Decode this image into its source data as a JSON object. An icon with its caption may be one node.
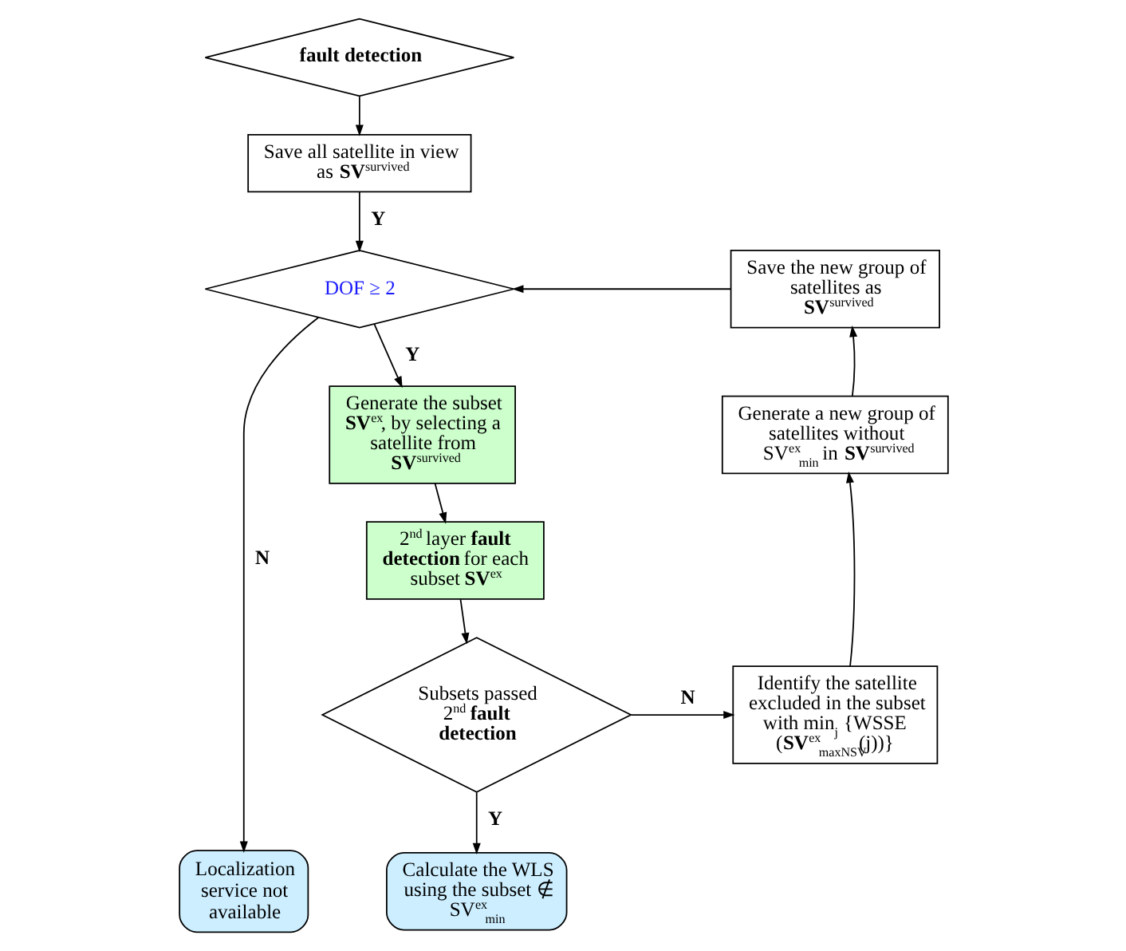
{
  "diagram": {
    "nodes": [
      {
        "text": [
          "fault detection"
        ]
      },
      {
        "text": [
          "Save all satellite in view as **SV**$^{survived}$"
        ]
      },
      {
        "text": [
          "DOF ≥ 2"
        ]
      },
      {
        "text": [
          "Generate the subset **SV**$^{ex}$, by selecting a satellite from **SV**$^{survived}$"
        ]
      },
      {
        "text": [
          "2$^{nd}$ layer **fault detection** for each subset **SV**$^{ex}$"
        ]
      },
      {
        "text": [
          "Subsets passed 2$^{nd}$ **fault detection**"
        ]
      },
      {
        "text": [
          "Calculate the WLS using the subset ∉ SV$^{ex}$$_{min}$"
        ]
      },
      {
        "text": [
          "Localization service not available"
        ]
      },
      {
        "text": [
          "Save the new group of satellites as **SV**$^{survived}$"
        ]
      },
      {
        "text": [
          "Generate a new group of satellites without SV$^{ex}$$_{min}$ in **SV**$^{survived}$"
        ]
      },
      {
        "text": [
          "Identify the satellite excluded in the subset with min$_{j}$ {WSSE (**SV**$^{ex}$$_{maxNSV}$(j))}"
        ]
      }
    ],
    "edges": [
      {
        "from": 0,
        "to": 1,
        "arrow": "to"
      },
      {
        "from": 1,
        "to": 2,
        "arrow": "to",
        "label": "Y"
      },
      {
        "from": 2,
        "to": 3,
        "arrow": "to",
        "label": "Y"
      },
      {
        "from": 2,
        "to": 7,
        "arrow": "to",
        "label": "N"
      },
      {
        "from": 3,
        "to": 4,
        "arrow": "to"
      },
      {
        "from": 4,
        "to": 5,
        "arrow": "to"
      },
      {
        "from": 5,
        "to": 6,
        "arrow": "to",
        "label": "Y"
      },
      {
        "from": 5,
        "to": 10,
        "arrow": "to",
        "label": "N"
      },
      {
        "from": 10,
        "to": 9,
        "arrow": "to"
      },
      {
        "from": 9,
        "to": 8,
        "arrow": "to"
      },
      {
        "from": 8,
        "to": 2,
        "arrow": "to"
      }
    ]
  }
}
